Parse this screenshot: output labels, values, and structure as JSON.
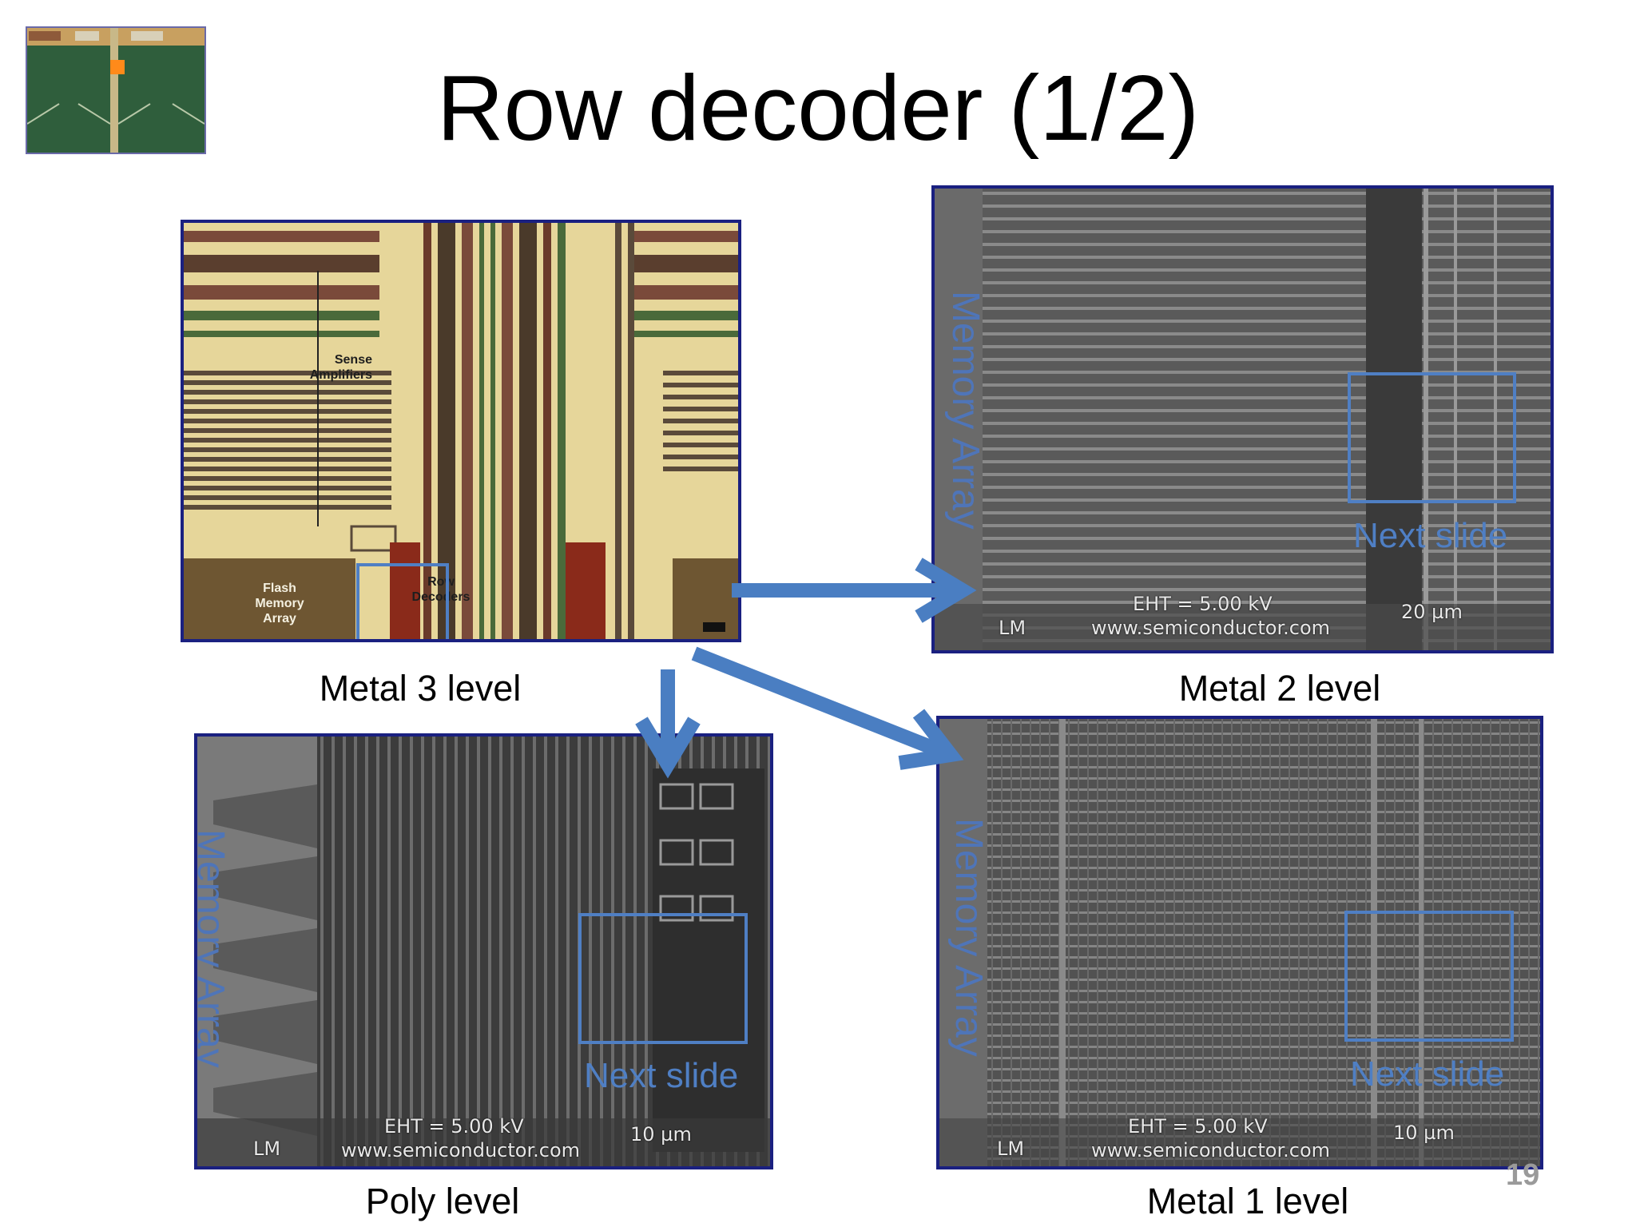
{
  "slide": {
    "title": "Row decoder (1/2)",
    "page_number": "19"
  },
  "panels": {
    "metal3": {
      "caption": "Metal 3 level",
      "labels": {
        "sense": "Sense\nAmplifiers",
        "flash": "Flash\nMemory\nArray",
        "row": "Row\nDecoders"
      }
    },
    "metal2": {
      "caption": "Metal 2 level",
      "side_label": "Memory Array",
      "next_label": "Next slide",
      "eht": "EHT = 5.00 kV",
      "url": "www.semiconductor.com",
      "scale": "20 µm",
      "lm": "LM"
    },
    "poly": {
      "caption": "Poly level",
      "side_label": "Memory Array",
      "next_label": "Next slide",
      "eht": "EHT = 5.00 kV",
      "url": "www.semiconductor.com",
      "scale": "10 µm",
      "lm": "LM"
    },
    "metal1": {
      "caption": "Metal 1 level",
      "side_label": "Memory Array",
      "next_label": "Next slide",
      "eht": "EHT = 5.00 kV",
      "url": "www.semiconductor.com",
      "scale": "10 µm",
      "lm": "LM"
    }
  },
  "colors": {
    "arrow": "#4a7ec2",
    "highlight_box": "#4f7fc4",
    "panel_border": "#1a2080",
    "side_label": "#4f75b8"
  }
}
